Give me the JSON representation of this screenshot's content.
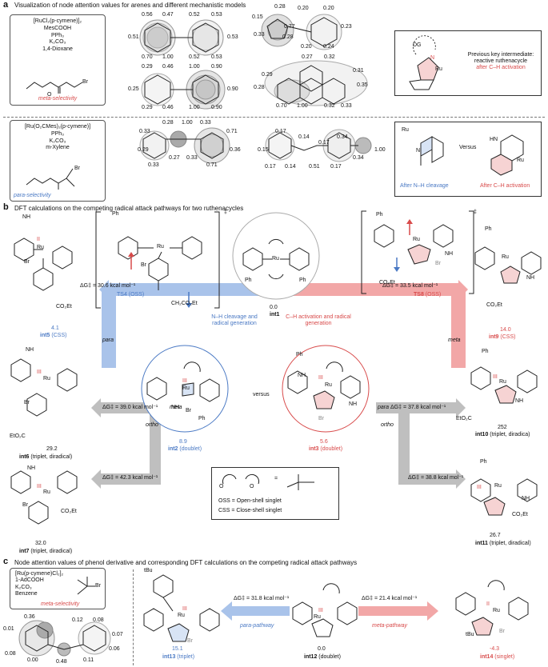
{
  "panel_a": {
    "letter": "a",
    "title": "Visualization of node attention values for arenes and different mechanistic models",
    "conditions1": [
      "[RuCl₂(p-cymene)]₂",
      "MesCOOH",
      "PPh₃",
      "K₂CO₃",
      "1,4-Dioxane"
    ],
    "label1": "meta-selectivity",
    "conditions2": [
      "[Ru(O₂CMes)₂(p-cymene)]",
      "PPh₃",
      "K₂CO₃",
      "m-Xylene"
    ],
    "label2": "para-selectivity",
    "mol1": [
      "0.56",
      "0.47",
      "0.52",
      "0.53",
      "0.51",
      "0.53",
      "0.70",
      "1.00",
      "0.52",
      "0.53"
    ],
    "mol2": [
      "0.29",
      "0.46",
      "1.00",
      "0.90",
      "0.25",
      "0.90",
      "0.29",
      "0.46",
      "1.00",
      "0.90"
    ],
    "mol3": [
      "0.28",
      "0.20",
      "0.20",
      "0.15",
      "0.77",
      "0.33",
      "0.20",
      "0.24",
      "0.23",
      "0.28"
    ],
    "mol4": [
      "0.27",
      "0.32",
      "0.29",
      "0.31",
      "0.35",
      "0.28",
      "0.70",
      "1.00",
      "0.32",
      "0.33"
    ],
    "mol5": [
      "0.28",
      "1.00",
      "0.33",
      "0.33",
      "0.71",
      "0.29",
      "0.33",
      "0.27",
      "0.33",
      "0.71",
      "0.36"
    ],
    "mol6": [
      "0.17",
      "0.14",
      "0.17",
      "0.34",
      "0.15",
      "0.17",
      "0.14",
      "0.51",
      "0.17",
      "0.34",
      "1.00"
    ],
    "key_dg": "DG",
    "key_n": "N",
    "key_ru": "Ru",
    "key_text1": "Previous key intermediate:",
    "key_text2": "reactive ruthenacycle",
    "key_text3": "after C–H activation",
    "versus": "Versus",
    "after_nh": "After N–H cleavage",
    "after_ch": "After C–H activation",
    "hn": "HN",
    "ru": "Ru",
    "n": "N"
  },
  "panel_b": {
    "letter": "b",
    "title": "DFT calculations on the competing radical attack pathways for two ruthenacycles",
    "int1_energy": "0.0",
    "int1_label": "int1",
    "nh_path": "N–H cleavage and radical generation",
    "ch_path": "C–H activation and radical generation",
    "ts4": "ΔG‡ = 30.6 kcal mol⁻¹",
    "ts4_label": "TS4 (OSS)",
    "ts8": "ΔG‡ = 33.5 kcal mol⁻¹",
    "ts8_label": "TS8",
    "ts8_oss": "(OSS)",
    "int5_energy": "4.1",
    "int5_label": "int5",
    "int5_state": "(CSS)",
    "int9_energy": "14.0",
    "int9_label": "int9",
    "int9_state": "(CSS)",
    "para": "para",
    "meta": "meta",
    "ortho": "ortho",
    "versus": "versus",
    "int6_dg": "ΔG‡ = 39.0 kcal mol⁻¹",
    "int6_meta": "meta",
    "int6_energy": "29.2",
    "int6_label": "int6",
    "int6_state": "(triplet, diradical)",
    "int10_dg": "ΔG‡ = 37.8 kcal mol⁻¹",
    "int10_para": "para",
    "int10_energy": "252",
    "int10_label": "int10",
    "int10_state": "(triplet, diradica)",
    "int7_dg": "ΔG‡ = 42.3 kcal mol⁻¹",
    "int7_energy": "32.0",
    "int7_label": "int7",
    "int7_state": "(triplet, diradical)",
    "int11_dg": "ΔG‡ = 38.8 kcal mol⁻¹",
    "int11_energy": "26.7",
    "int11_label": "int11",
    "int11_state": "(triplet, diradical)",
    "int2_energy": "8.9",
    "int2_label": "int2",
    "int2_state": "(doublet)",
    "int3_energy": "5.6",
    "int3_label": "int3",
    "int3_state": "(doublet)",
    "legend_oss": "OSS = Open-shell singlet",
    "legend_css": "CSS = Close-shell singlet",
    "legend_eq": "=",
    "co2et": "CO₂Et",
    "eto2c": "EtO₂C",
    "ch2co2et": "CH₂CO₂Et",
    "ph": "Ph",
    "nh": "NH",
    "br": "Br",
    "ru": "Ru",
    "iii": "III",
    "ii": "II",
    "dagger": "‡"
  },
  "panel_c": {
    "letter": "c",
    "title": "Node attention values of phenol derivative and corresponding DFT calculations on the competing radical attack pathways",
    "conditions": [
      "[Ru(p-cymene)Cl₂]₂",
      "1-AdCOOH",
      "K₂CO₃",
      "Benzene"
    ],
    "label": "meta-selectivity",
    "br": "Br",
    "mol": [
      "0.36",
      "0.12",
      "0.08",
      "0.01",
      "0.07",
      "0.06",
      "0.08",
      "0.00",
      "0.48",
      "0.11"
    ],
    "tbu": "tBu",
    "para_dg": "ΔG‡ = 31.8 kcal mol⁻¹",
    "para_path": "para-pathway",
    "meta_dg": "ΔG‡ = 21.4 kcal mol⁻¹",
    "meta_path": "meta-pathway",
    "int13_energy": "15.1",
    "int13_label": "int13",
    "int13_state": "(triplet)",
    "int12_energy": "0.0",
    "int12_label": "int12",
    "int12_state": "(doublet)",
    "int14_energy": "-4.3",
    "int14_label": "int14",
    "int14_state": "(singlet)"
  }
}
